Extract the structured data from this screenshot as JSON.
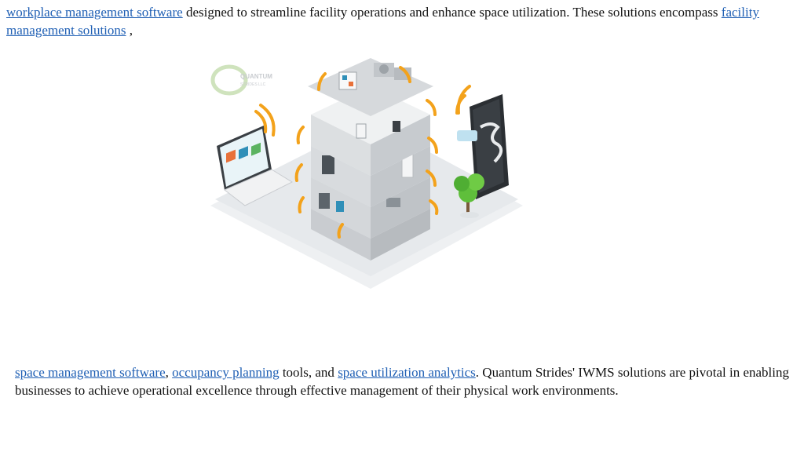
{
  "top_paragraph": {
    "link_1": "workplace management software",
    "text_1": " designed to streamline facility operations and enhance space utilization. These solutions encompass ",
    "link_2": "facility management solutions",
    "text_2": " ,"
  },
  "illustration": {
    "logo_text": [
      "QUANTUM",
      "STRIDES LLC"
    ],
    "colors": {
      "platform": "#e9ecef",
      "building": "#d3d6d9",
      "building_dark": "#9da3a8",
      "signal": "#f3a21b",
      "laptop_screen": "#2f8fb8",
      "phone": "#2b2f33",
      "tree": "#5fbf3b",
      "trunk": "#7a5a3b"
    }
  },
  "bottom_paragraph": {
    "link_1": "space management software",
    "text_1": ", ",
    "link_2": "occupancy planning",
    "text_2": " tools, and ",
    "link_3": "space utilization analytics",
    "text_3": ". Quantum Strides' IWMS solutions are pivotal in enabling businesses to achieve operational excellence through effective management of their physical work environments."
  }
}
